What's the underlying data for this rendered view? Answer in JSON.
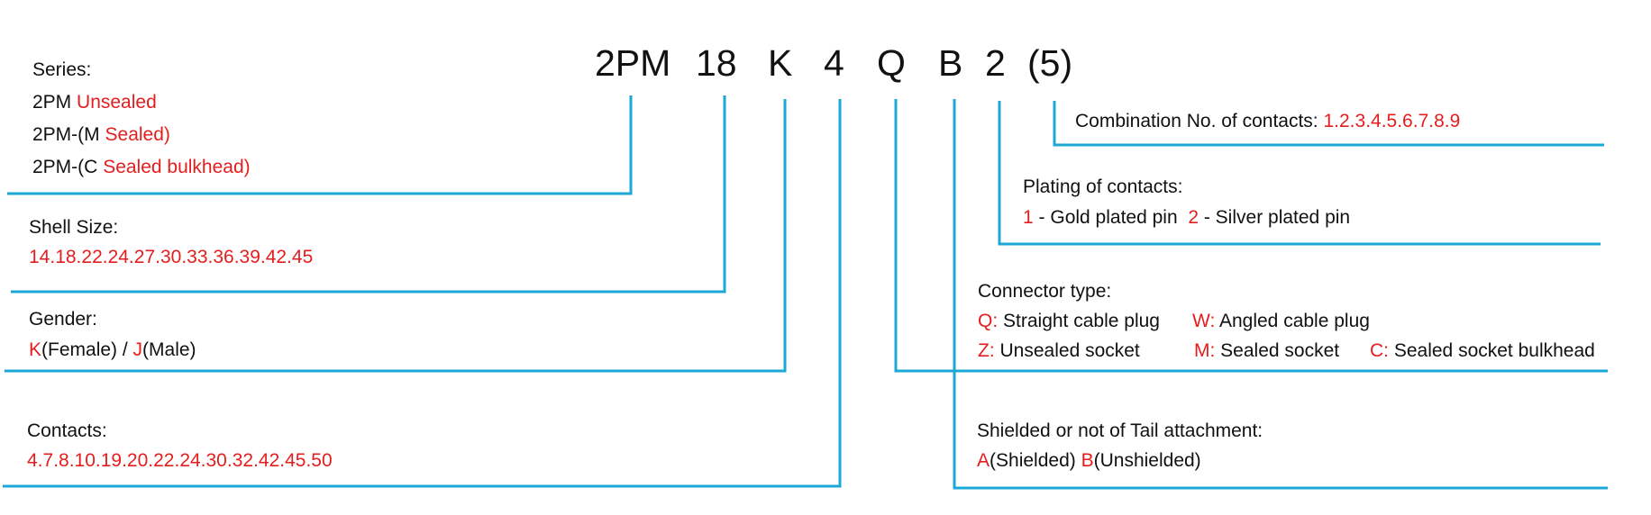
{
  "colors": {
    "line": "#1ba8d6",
    "accent": "#e41e1e",
    "text": "#111111"
  },
  "code": {
    "series": "2PM",
    "size": "18",
    "gender": "K",
    "contacts": "4",
    "connector": "Q",
    "shield": "B",
    "plating": "2",
    "combination": "(5)"
  },
  "series": {
    "title": "Series:",
    "r1_black": "2PM",
    "r1_red": "Unsealed",
    "r2_black": "2PM-(M",
    "r2_red": "Sealed)",
    "r3_black": "2PM-(C",
    "r3_red": "Sealed bulkhead)"
  },
  "shell": {
    "title": "Shell Size:",
    "values": "14.18.22.24.27.30.33.36.39.42.45"
  },
  "gender": {
    "title": "Gender:",
    "k_code": "K",
    "k_text": "(Female) /",
    "j_code": "J",
    "j_text": "(Male)"
  },
  "contacts": {
    "title": "Contacts:",
    "values": "4.7.8.10.19.20.22.24.30.32.42.45.50"
  },
  "combination": {
    "label": "Combination No. of contacts:",
    "values": "1.2.3.4.5.6.7.8.9"
  },
  "plating": {
    "title": "Plating of contacts:",
    "c1": "1",
    "t1": "- Gold plated pin",
    "c2": "2",
    "t2": "- Silver plated pin"
  },
  "connector": {
    "title": "Connector type:",
    "q_code": "Q:",
    "q_text": "Straight cable plug",
    "w_code": "W:",
    "w_text": "Angled cable plug",
    "z_code": "Z:",
    "z_text": "Unsealed socket",
    "m_code": "M:",
    "m_text": "Sealed socket",
    "c_code": "C:",
    "c_text": "Sealed socket bulkhead"
  },
  "shield": {
    "title": "Shielded or not of Tail attachment:",
    "a_code": "A",
    "a_text": "(Shielded)",
    "b_code": "B",
    "b_text": "(Unshielded)"
  }
}
